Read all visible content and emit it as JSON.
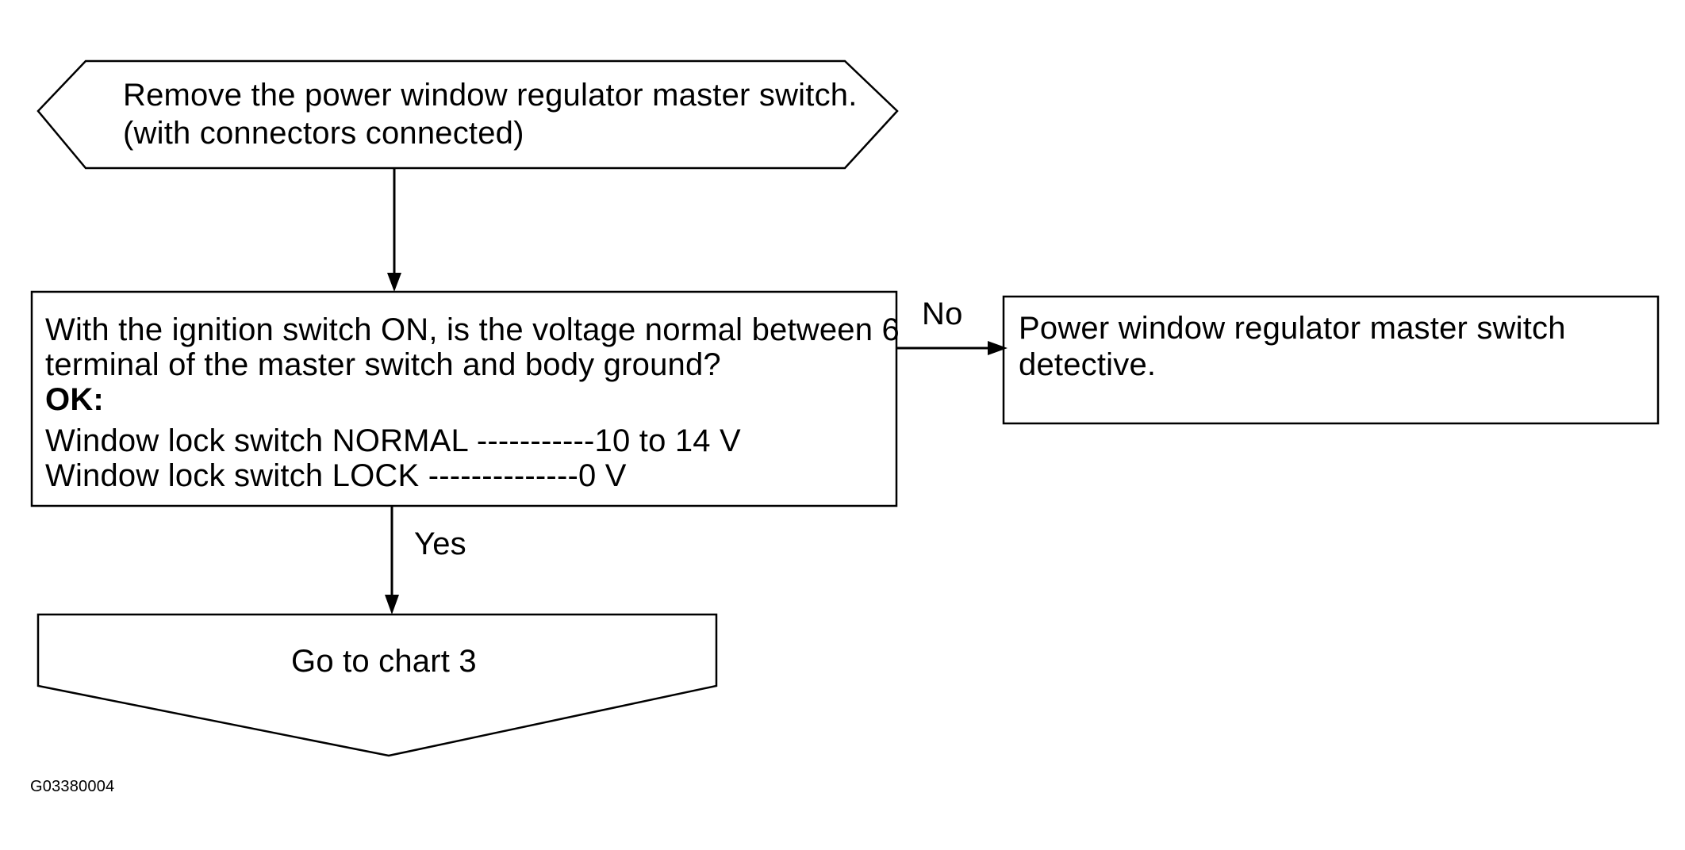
{
  "start_box": {
    "line1": "Remove the power window regulator master switch.",
    "line2": "(with connectors connected)"
  },
  "decision_box": {
    "line1": "With the ignition switch ON, is the voltage normal between 6",
    "line2": "terminal of the master switch and body ground?",
    "ok_label": "OK:",
    "line3": "Window lock switch NORMAL -----------10 to 14 V",
    "line4": "Window lock switch LOCK --------------0 V"
  },
  "no_label": "No",
  "yes_label": "Yes",
  "result_box": {
    "line1": "Power window regulator master switch",
    "line2": "detective."
  },
  "goto_box": {
    "label": "Go to chart 3"
  },
  "figure_id": "G03380004"
}
